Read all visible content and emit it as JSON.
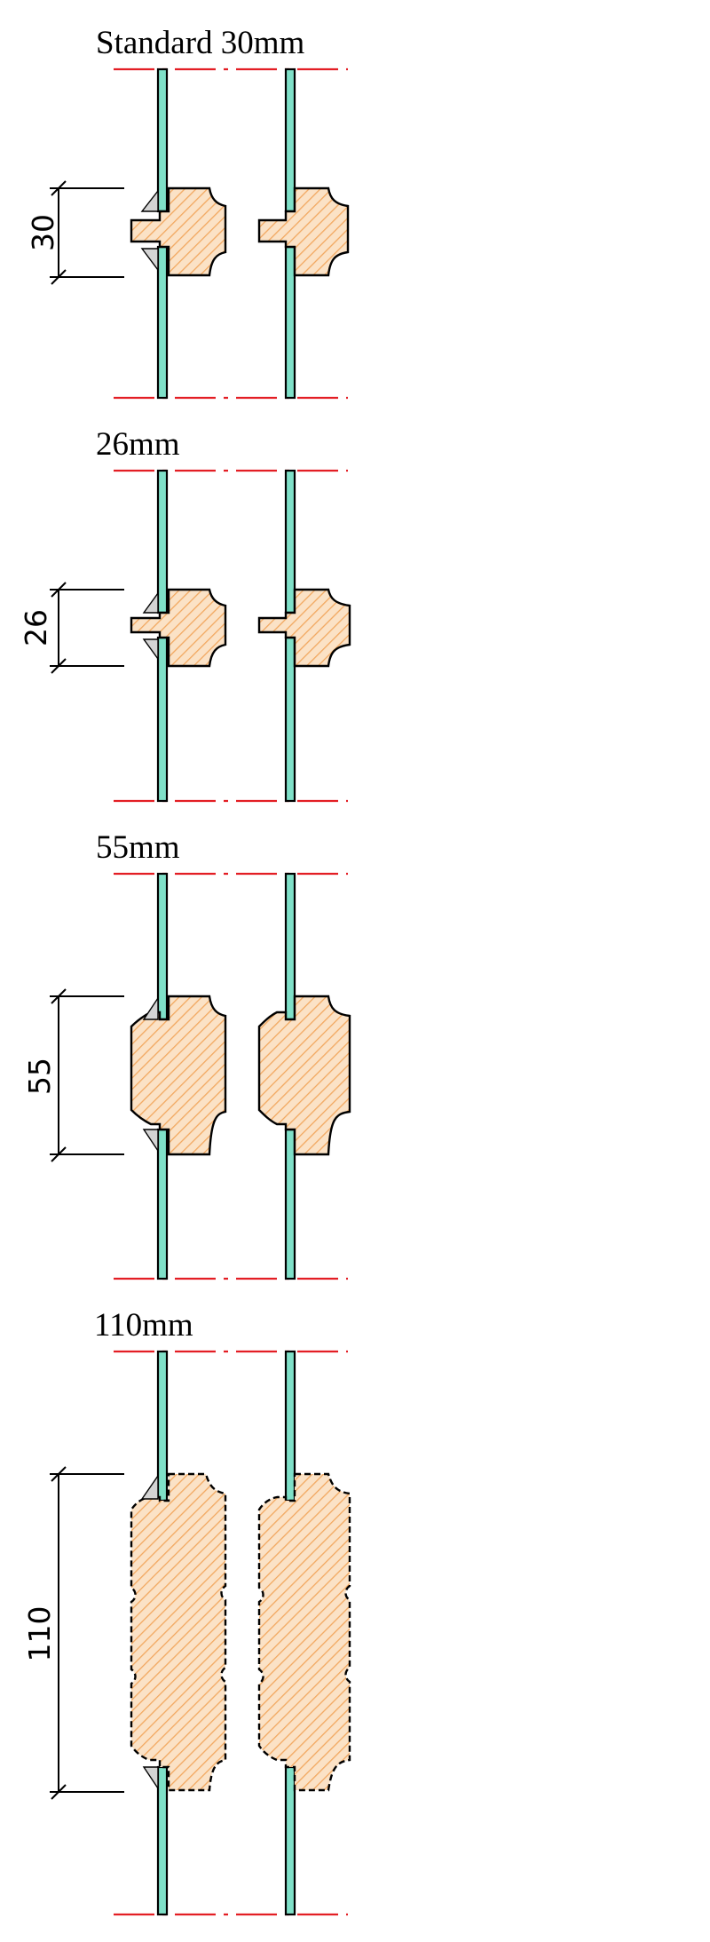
{
  "colors": {
    "centerline": "#e31e24",
    "glass": "#7fe0c8",
    "bar_fill": "#fbe2c6",
    "bar_hatch": "#f2a860",
    "wedge": "#d4d4d4",
    "outline": "#000000"
  },
  "sections": [
    {
      "title": "Standard 30mm",
      "dimension": "30"
    },
    {
      "title": "26mm",
      "dimension": "26"
    },
    {
      "title": "55mm",
      "dimension": "55"
    },
    {
      "title": "110mm",
      "dimension": "110"
    }
  ]
}
